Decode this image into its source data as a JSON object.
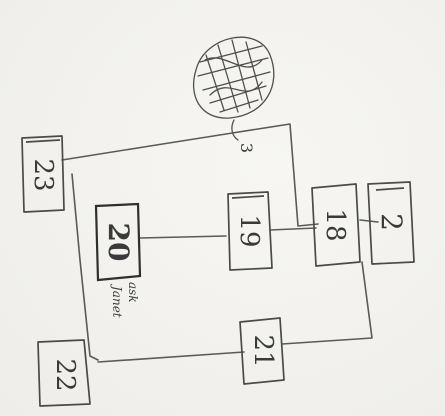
{
  "diagram": {
    "nodes": [
      {
        "id": "n23",
        "label": "23"
      },
      {
        "id": "n20",
        "label": "20"
      },
      {
        "id": "n19",
        "label": "19"
      },
      {
        "id": "n18",
        "label": "18"
      },
      {
        "id": "n2",
        "label": "2"
      },
      {
        "id": "n21",
        "label": "21"
      },
      {
        "id": "n22",
        "label": "22"
      }
    ],
    "annotation": {
      "line1": "ask",
      "line2": "Janet"
    },
    "mark": "3",
    "edges": [
      [
        "n23",
        "n18"
      ],
      [
        "n23",
        "n22"
      ],
      [
        "n20",
        "n19"
      ],
      [
        "n19",
        "n18"
      ],
      [
        "n18",
        "n2"
      ],
      [
        "n18",
        "n21"
      ],
      [
        "n22",
        "n21"
      ]
    ]
  }
}
